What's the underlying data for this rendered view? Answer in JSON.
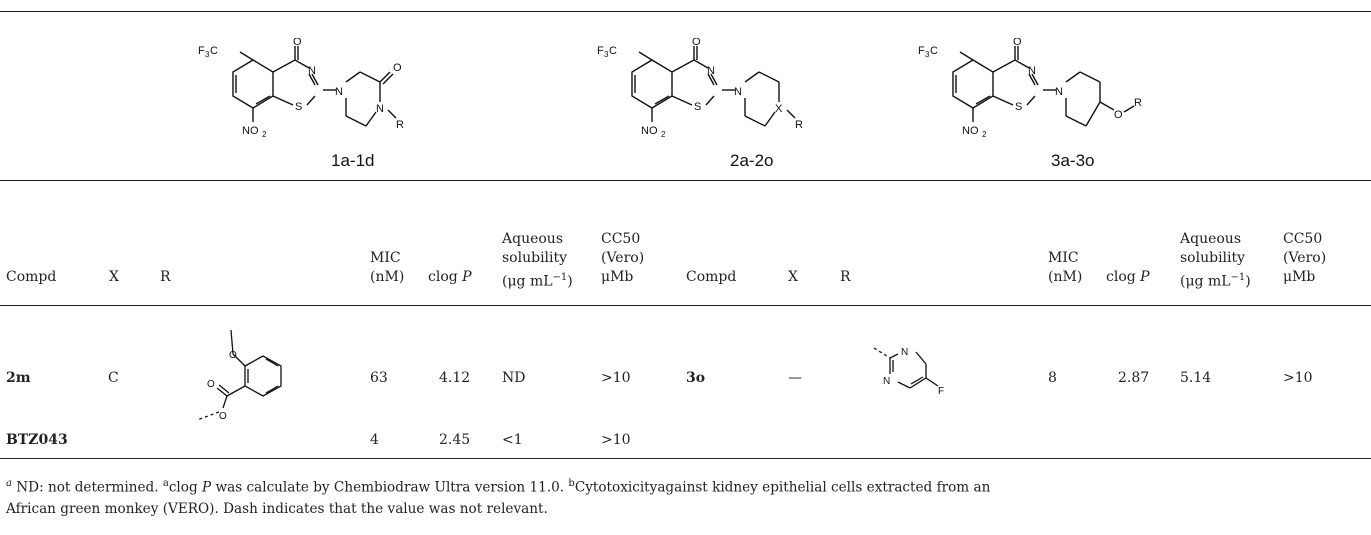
{
  "structures": [
    {
      "label": "1a-1d",
      "substituent": "R",
      "ring_label": "N"
    },
    {
      "label": "2a-2o",
      "substituent": "R",
      "ring_label": "X"
    },
    {
      "label": "3a-3o",
      "substituent": "R",
      "ring_label": "O"
    }
  ],
  "atoms": {
    "cf3_prefix": "F",
    "cf3_sub": "3",
    "cf3_suffix": "C",
    "no2": "NO",
    "no2_sub": "2",
    "o": "O",
    "n": "N",
    "s": "S",
    "f": "F"
  },
  "headers": {
    "compd": "Compd",
    "x": "X",
    "r": "R",
    "mic_1": "MIC",
    "mic_2": "(nM)",
    "clogp_a": "clog",
    "clogp_b": "P",
    "sol_1": "Aqueous",
    "sol_2": "solubility",
    "sol_3a": "(μg mL",
    "sol_3sup": "−1",
    "sol_3b": ")",
    "cc_1": "CC50",
    "cc_2": "(Vero)",
    "cc_3": "μMb"
  },
  "rows": [
    {
      "compd": "2m",
      "x": "C",
      "r": "2-methoxybenzoate ester",
      "mic": "63",
      "clogp": "4.12",
      "solubility": "ND",
      "cc50": ">10",
      "compd2": "3o",
      "x2": "—",
      "r2": "5-fluoropyrimidin-2-yl",
      "mic2": "8",
      "clogp2": "2.87",
      "solubility2": "5.14",
      "cc502": ">10"
    },
    {
      "compd": "BTZ043",
      "mic": "4",
      "clogp": "2.45",
      "solubility": "<1",
      "cc50": ">10"
    }
  ],
  "footnote": {
    "sup_a": "a",
    "t1": " ND: not determined. ",
    "sup_a2": "a",
    "t2": "clog ",
    "t2_italic": "P",
    "t3": " was calculate by Chembiodraw Ultra version 11.0. ",
    "sup_b": "b",
    "t4": "Cytotoxicityagainst kidney epithelial cells extracted from an",
    "line2": "African green monkey (VERO). Dash indicates that the value was not relevant."
  }
}
